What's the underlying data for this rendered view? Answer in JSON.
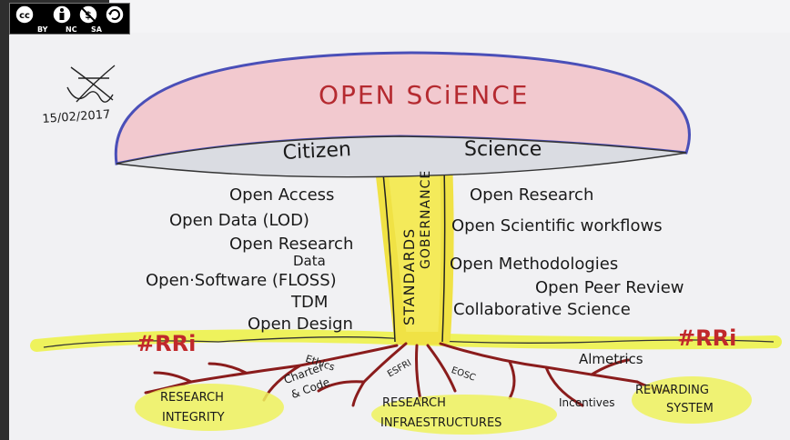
{
  "license": {
    "cc": "cc",
    "by": "BY",
    "nc": "NC",
    "sa": "SA"
  },
  "signature": {
    "date": "15/02/2017"
  },
  "cap": {
    "title": "OPEN SCiENCE",
    "subtitle_left": "Citizen",
    "subtitle_right": "Science"
  },
  "stem": {
    "line1": "STANDARDS",
    "line2": "GOBERNANCE"
  },
  "left_items": [
    "Open Access",
    "Open Data (LOD)",
    "Open Research",
    "Data",
    "Open·Software (FLOSS)",
    "TDM",
    "Open Design"
  ],
  "right_items": [
    "Open Research",
    "Open Scientific workflows",
    "Open Methodologies",
    "Open Peer Review",
    "Collaborative Science"
  ],
  "hashtags": {
    "left": "#RRi",
    "right": "#RRi"
  },
  "roots": {
    "ethics": "Ethics",
    "charter": "Charter",
    "code": "& Code",
    "esfri": "ESFRI",
    "eosc": "EOSC",
    "almetrics": "Almetrics",
    "incentives": "Incentives"
  },
  "bubbles": {
    "integrity_1": "RESEARCH",
    "integrity_2": "INTEGRITY",
    "infra_1": "RESEARCH",
    "infra_2": "INFRAESTRUCTURES",
    "reward_1": "REWARDING",
    "reward_2": "SYSTEM"
  },
  "colors": {
    "cap_fill": "#f2c9cf",
    "cap_outline": "#4a4fb8",
    "stem": "#f4ea5a",
    "highlight": "#eef25c",
    "roots": "#8a1c1c",
    "hashtag": "#c0282b"
  }
}
